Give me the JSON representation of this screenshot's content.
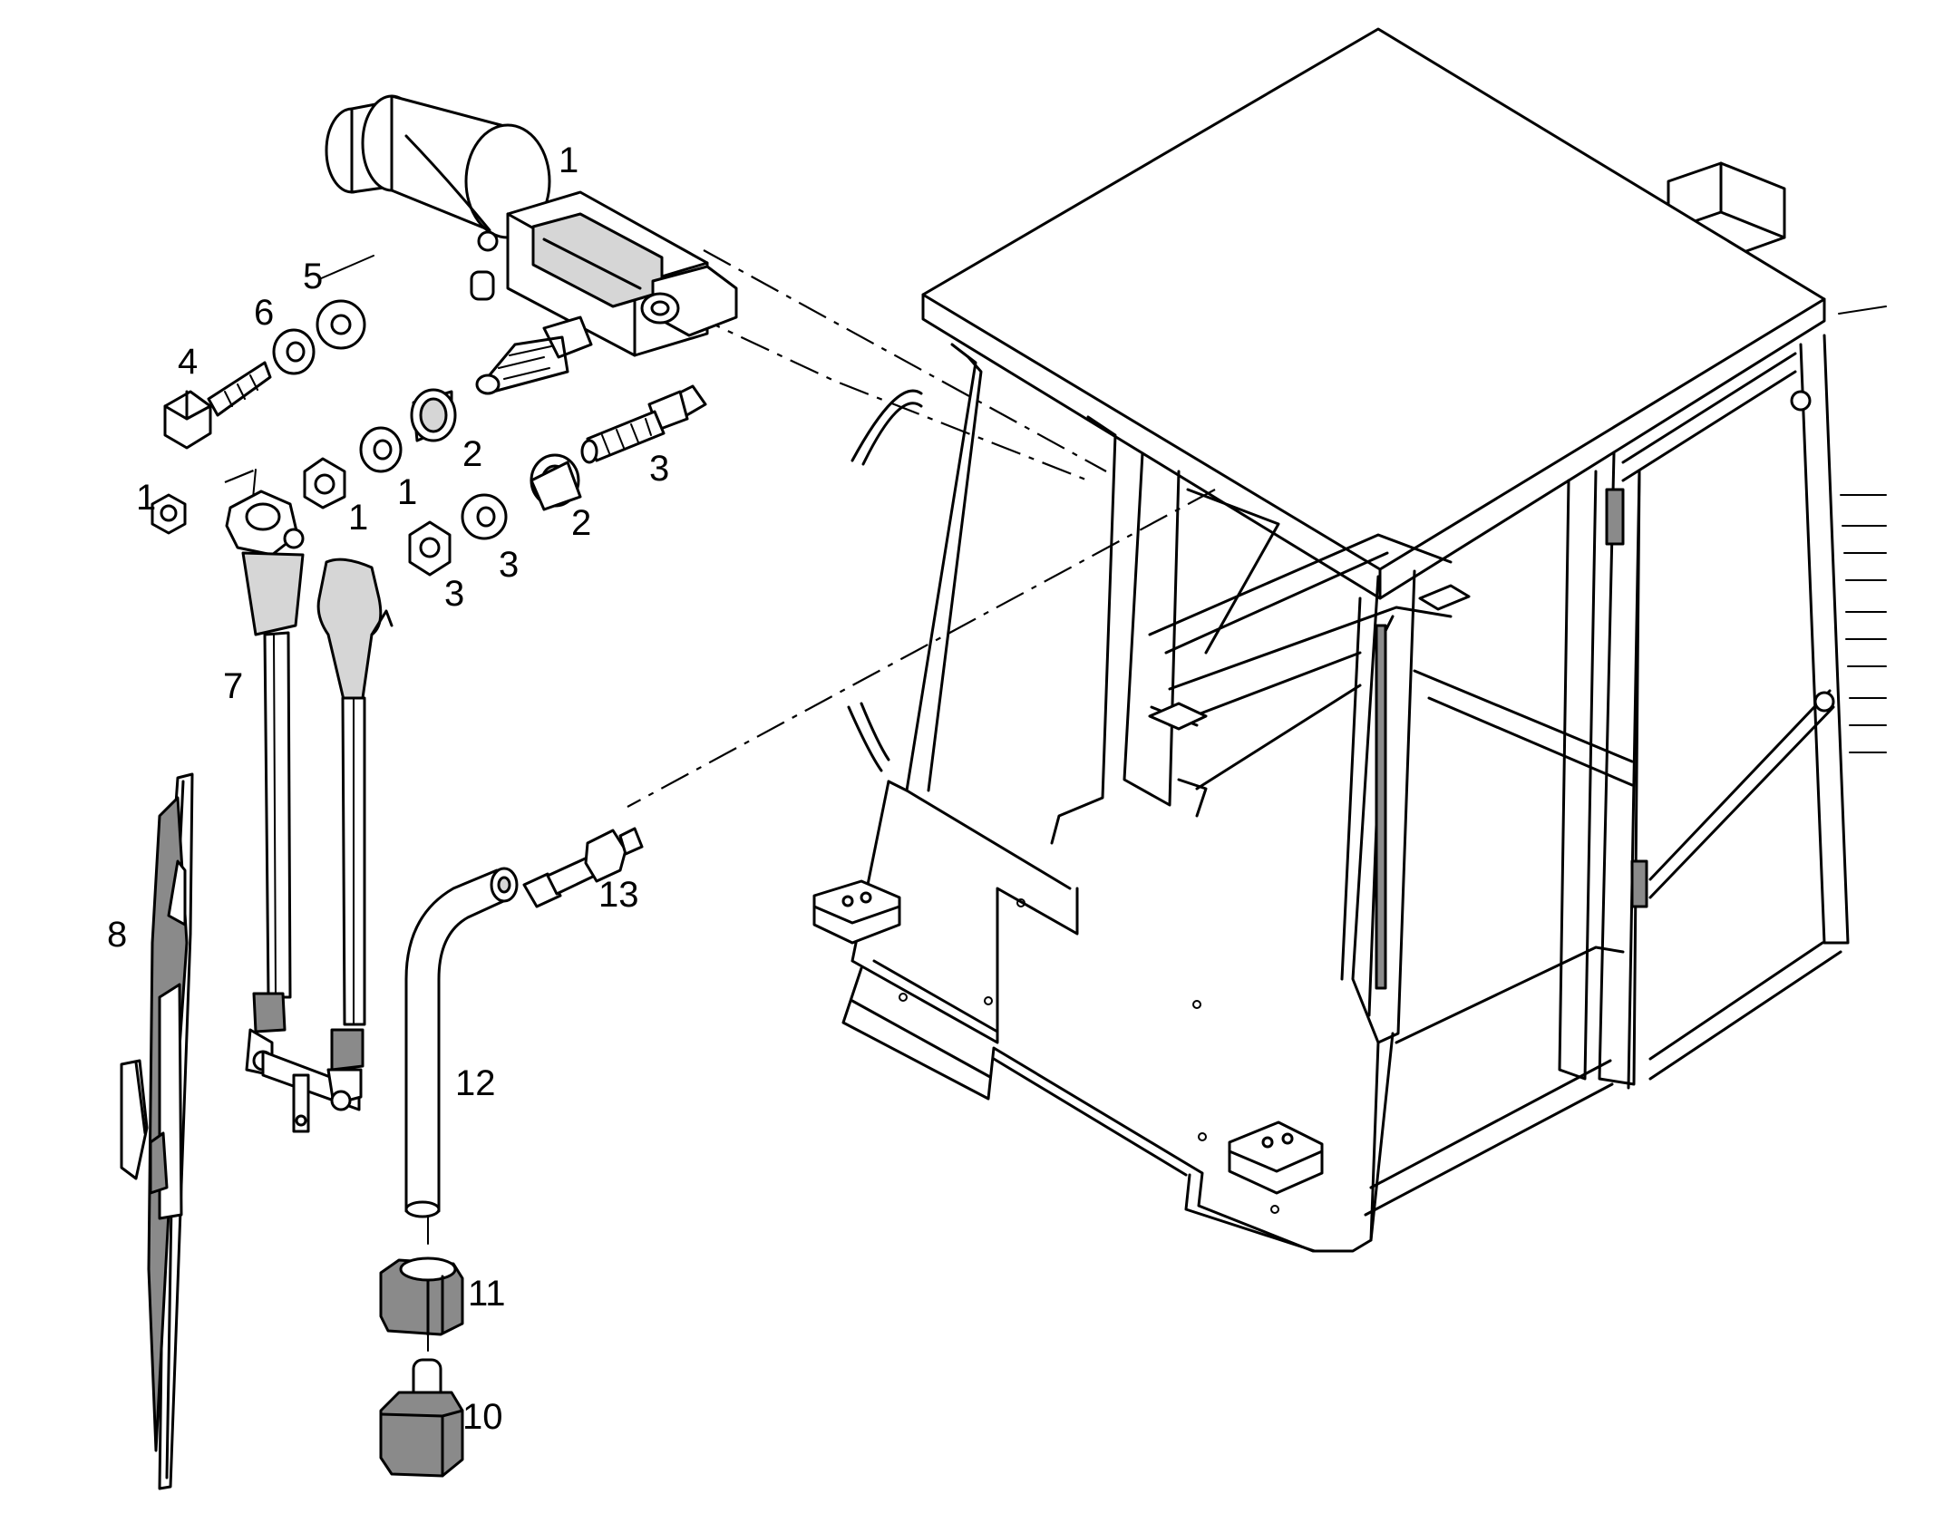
{
  "diagram": {
    "type": "exploded parts diagram",
    "subject": "cab windshield wiper assembly",
    "callouts": [
      {
        "key": "c1a",
        "text": "1"
      },
      {
        "key": "c1b",
        "text": "1"
      },
      {
        "key": "c1c",
        "text": "1"
      },
      {
        "key": "c1d",
        "text": "1"
      },
      {
        "key": "c2a",
        "text": "2"
      },
      {
        "key": "c2b",
        "text": "2"
      },
      {
        "key": "c3a",
        "text": "3"
      },
      {
        "key": "c3b",
        "text": "3"
      },
      {
        "key": "c3c",
        "text": "3"
      },
      {
        "key": "c4",
        "text": "4"
      },
      {
        "key": "c5",
        "text": "5"
      },
      {
        "key": "c6",
        "text": "6"
      },
      {
        "key": "c7",
        "text": "7"
      },
      {
        "key": "c8",
        "text": "8"
      },
      {
        "key": "c10",
        "text": "10"
      },
      {
        "key": "c11",
        "text": "11"
      },
      {
        "key": "c12",
        "text": "12"
      },
      {
        "key": "c13",
        "text": "13"
      }
    ]
  }
}
